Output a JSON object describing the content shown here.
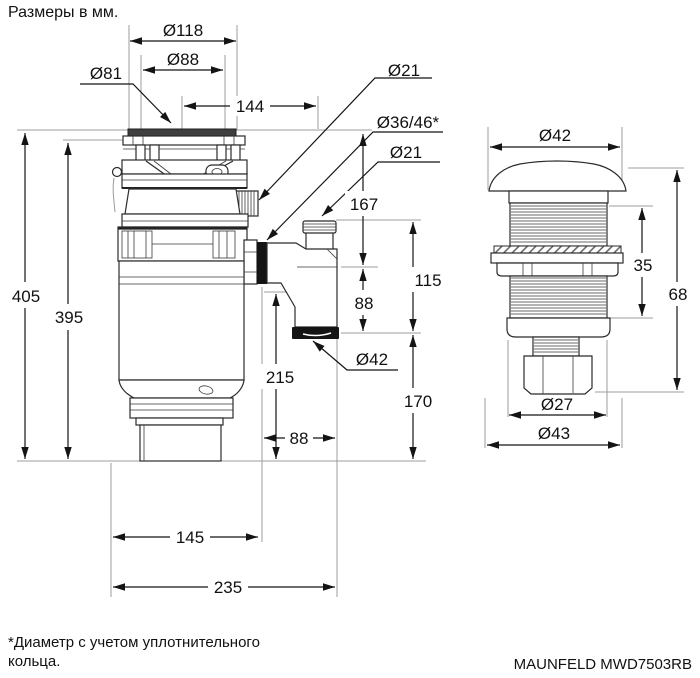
{
  "title": "Размеры в мм.",
  "footnote": {
    "line1": "*Диаметр с учетом уплотнительного",
    "line2": "кольца."
  },
  "model": "MAUNFELD MWD7503RB",
  "main_view": {
    "dims": {
      "d118": "Ø118",
      "d88": "Ø88",
      "d81": "Ø81",
      "w144": "144",
      "d21_top": "Ø21",
      "d36_46": "Ø36/46*",
      "d21_side": "Ø21",
      "h167": "167",
      "h115": "115",
      "h88": "88",
      "d42_outlet": "Ø42",
      "h170": "170",
      "h215": "215",
      "w88": "88",
      "h405": "405",
      "h395": "395",
      "w145": "145",
      "w235": "235"
    }
  },
  "detail_view": {
    "dims": {
      "d42": "Ø42",
      "h35": "35",
      "h68": "68",
      "d27": "Ø27",
      "d43": "Ø43"
    }
  },
  "colors": {
    "line": "#2b2b2b",
    "extension_line": "#9c9c9c",
    "fill_dark": "#141414",
    "background": "#ffffff"
  }
}
